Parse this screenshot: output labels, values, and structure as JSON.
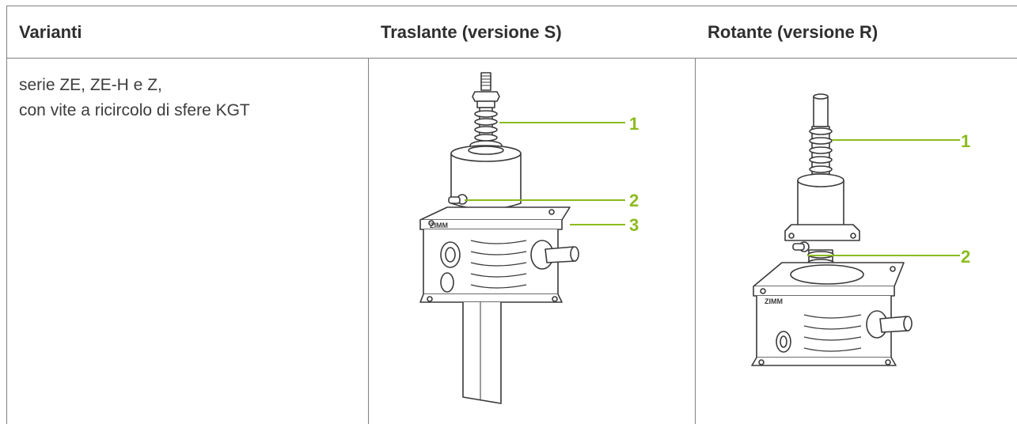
{
  "table": {
    "headers": [
      "Varianti",
      "Traslante (versione S)",
      "Rotante (versione R)"
    ],
    "description": {
      "line1": "serie ZE, ZE-H e Z,",
      "line2": "con vite a ricircolo di sfere KGT"
    }
  },
  "translating_image": {
    "brand_mark": "ZIMM",
    "callouts": [
      "1",
      "2",
      "3"
    ]
  },
  "rotating_image": {
    "brand_mark": "ZIMM",
    "callouts": [
      "1",
      "2"
    ]
  },
  "colors": {
    "callout_green": "#8cbb1e",
    "border": "#808080",
    "text": "#3a3a3a"
  }
}
